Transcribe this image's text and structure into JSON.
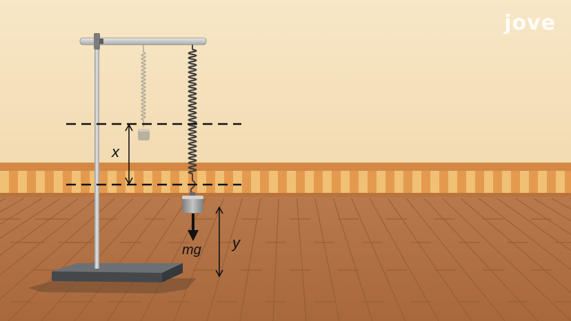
{
  "logo": {
    "text": "jove"
  },
  "labels": {
    "displacement": "x",
    "weight_force": "mg",
    "position": "y"
  },
  "colors": {
    "wall": "#f6e3bf",
    "floor": "#b5764a",
    "trim": "#e9a75a",
    "stand": "#c9c9c9",
    "base": "#5a5d60"
  }
}
